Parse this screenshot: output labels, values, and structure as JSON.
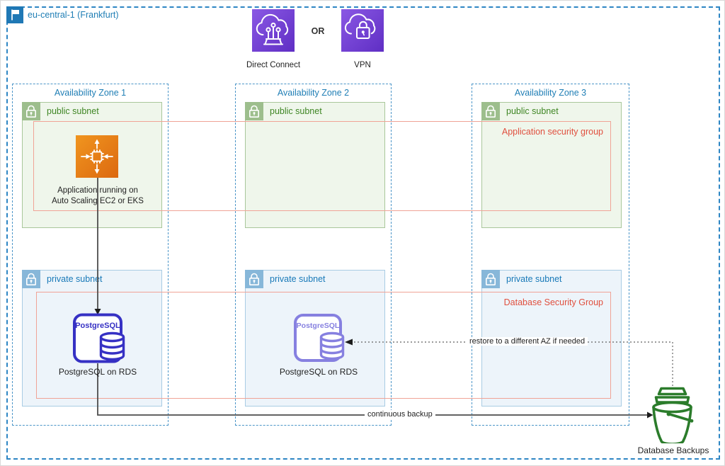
{
  "region": {
    "label": "eu-central-1 (Frankfurt)"
  },
  "top": {
    "direct_connect": "Direct Connect",
    "or": "OR",
    "vpn": "VPN"
  },
  "zones": [
    {
      "title": "Availability Zone 1",
      "public": "public subnet",
      "private": "private subnet"
    },
    {
      "title": "Availability Zone 2",
      "public": "public subnet",
      "private": "private subnet"
    },
    {
      "title": "Availability Zone 3",
      "public": "public subnet",
      "private": "private subnet"
    }
  ],
  "security_groups": {
    "application": "Application security group",
    "database": "Database Security Group"
  },
  "app": {
    "line1": "Application running on",
    "line2": "Auto Scaling EC2 or EKS"
  },
  "databases": {
    "primary": {
      "brand": "PostgreSQL",
      "label": "PostgreSQL on RDS"
    },
    "standby": {
      "brand": "PostgreSQL",
      "label": "PostgreSQL on RDS"
    }
  },
  "backups": {
    "label": "Database Backups"
  },
  "edges": {
    "continuous_backup": "continuous backup",
    "restore": "restore to a different AZ if needed"
  },
  "colors": {
    "region_blue": "#1f78b5",
    "az_border_blue": "#4b95c8",
    "public_green": "#3f8624",
    "private_blue": "#1879b8",
    "security_red": "#e0503f",
    "security_border": "#f0a396",
    "compute_orange": "#e07f12",
    "network_purple": "#6e3fc9",
    "db_indigo": "#3631c4",
    "db_indigo_light": "#8680e0",
    "backup_green": "#2b7c2b"
  }
}
